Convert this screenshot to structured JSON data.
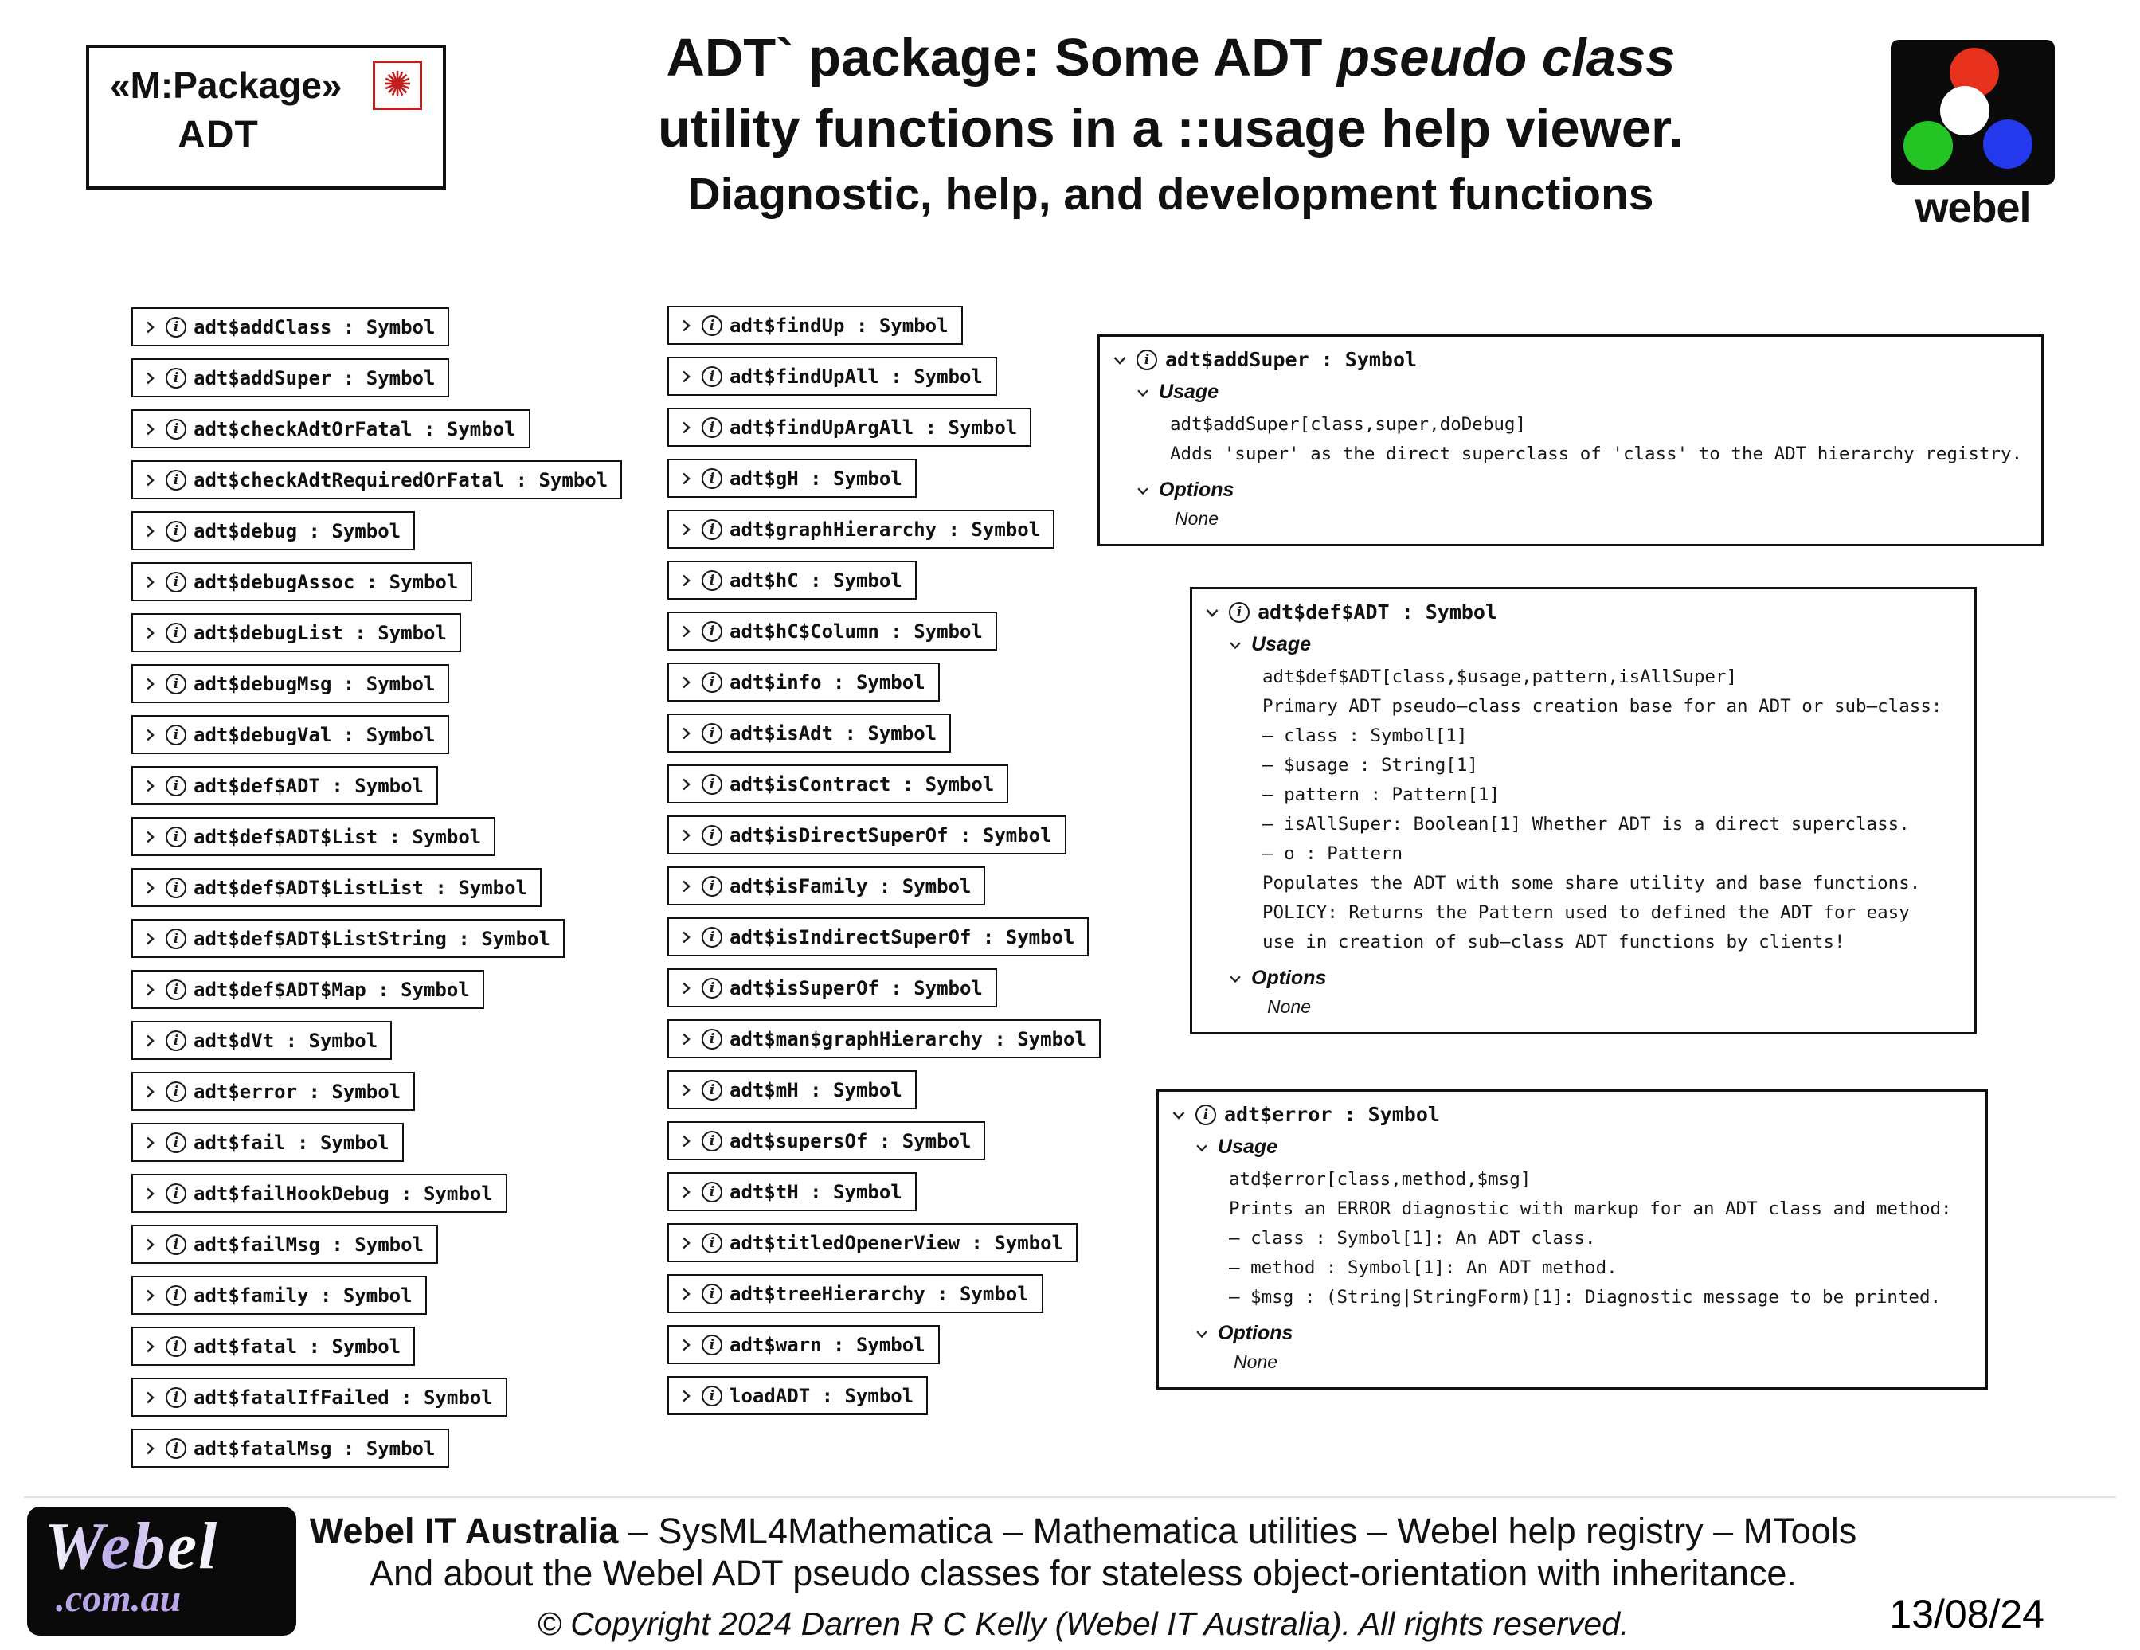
{
  "header": {
    "package": {
      "stereotype": "«M:Package»",
      "name": "ADT"
    },
    "title": {
      "line1_prefix": "ADT` package: Some ADT ",
      "line1_emphasis": "pseudo class",
      "line2": "utility functions in a ::usage help viewer.",
      "line3": "Diagnostic, help, and development functions"
    },
    "brand": {
      "wordmark": "webel",
      "colors": {
        "red": "#e8321e",
        "green": "#23c423",
        "blue": "#2438ee",
        "white": "#ffffff"
      }
    }
  },
  "symbol_lists": {
    "left": [
      "adt$addClass : Symbol",
      "adt$addSuper : Symbol",
      "adt$checkAdtOrFatal : Symbol",
      "adt$checkAdtRequiredOrFatal : Symbol",
      "adt$debug : Symbol",
      "adt$debugAssoc : Symbol",
      "adt$debugList : Symbol",
      "adt$debugMsg : Symbol",
      "adt$debugVal : Symbol",
      "adt$def$ADT : Symbol",
      "adt$def$ADT$List : Symbol",
      "adt$def$ADT$ListList : Symbol",
      "adt$def$ADT$ListString : Symbol",
      "adt$def$ADT$Map : Symbol",
      "adt$dVt : Symbol",
      "adt$error : Symbol",
      "adt$fail : Symbol",
      "adt$failHookDebug : Symbol",
      "adt$failMsg : Symbol",
      "adt$family : Symbol",
      "adt$fatal : Symbol",
      "adt$fatalIfFailed : Symbol",
      "adt$fatalMsg : Symbol"
    ],
    "middle": [
      "adt$findUp : Symbol",
      "adt$findUpAll : Symbol",
      "adt$findUpArgAll : Symbol",
      "adt$gH : Symbol",
      "adt$graphHierarchy : Symbol",
      "adt$hC : Symbol",
      "adt$hC$Column : Symbol",
      "adt$info : Symbol",
      "adt$isAdt : Symbol",
      "adt$isContract : Symbol",
      "adt$isDirectSuperOf : Symbol",
      "adt$isFamily : Symbol",
      "adt$isIndirectSuperOf : Symbol",
      "adt$isSuperOf : Symbol",
      "adt$man$graphHierarchy : Symbol",
      "adt$mH : Symbol",
      "adt$supersOf : Symbol",
      "adt$tH : Symbol",
      "adt$titledOpenerView : Symbol",
      "adt$treeHierarchy : Symbol",
      "adt$warn : Symbol",
      "loadADT : Symbol"
    ]
  },
  "panels": [
    {
      "title": "adt$addSuper : Symbol",
      "usage_label": "Usage",
      "usage_lines": [
        "adt$addSuper[class,super,doDebug]",
        "Adds 'super' as the direct superclass of 'class' to the ADT hierarchy registry."
      ],
      "options_label": "Options",
      "options_value": "None"
    },
    {
      "title": "adt$def$ADT : Symbol",
      "usage_label": "Usage",
      "usage_lines": [
        "adt$def$ADT[class,$usage,pattern,isAllSuper]",
        "Primary ADT pseudo–class creation base for an ADT or sub–class:",
        "– class : Symbol[1]",
        "– $usage : String[1]",
        "– pattern : Pattern[1]",
        "– isAllSuper: Boolean[1] Whether ADT is a direct superclass.",
        "– o : Pattern",
        "Populates the ADT with some share utility and base functions.",
        "POLICY: Returns the Pattern used to defined the ADT for easy",
        "use in creation of sub–class ADT functions by clients!"
      ],
      "options_label": "Options",
      "options_value": "None"
    },
    {
      "title": "adt$error : Symbol",
      "usage_label": "Usage",
      "usage_lines": [
        "atd$error[class,method,$msg]",
        "Prints an ERROR diagnostic with markup for an ADT class and method:",
        "– class : Symbol[1]: An ADT class.",
        "– method : Symbol[1]: An ADT method.",
        "– $msg : (String|StringForm)[1]: Diagnostic message to be printed."
      ],
      "options_label": "Options",
      "options_value": "None"
    }
  ],
  "footer": {
    "logo": {
      "wordmark": "Webel",
      "domain": ".com.au",
      "accent": "#b9a6e8"
    },
    "line1_bold": "Webel IT Australia",
    "line1_rest": " – SysML4Mathematica – Mathematica utilities – Webel help registry – MTools",
    "line2": "And about the Webel ADT pseudo classes for stateless object-orientation with inheritance.",
    "copyright": "© Copyright 2024 Darren R C Kelly (Webel IT Australia). All rights reserved.",
    "date": "13/08/24"
  }
}
